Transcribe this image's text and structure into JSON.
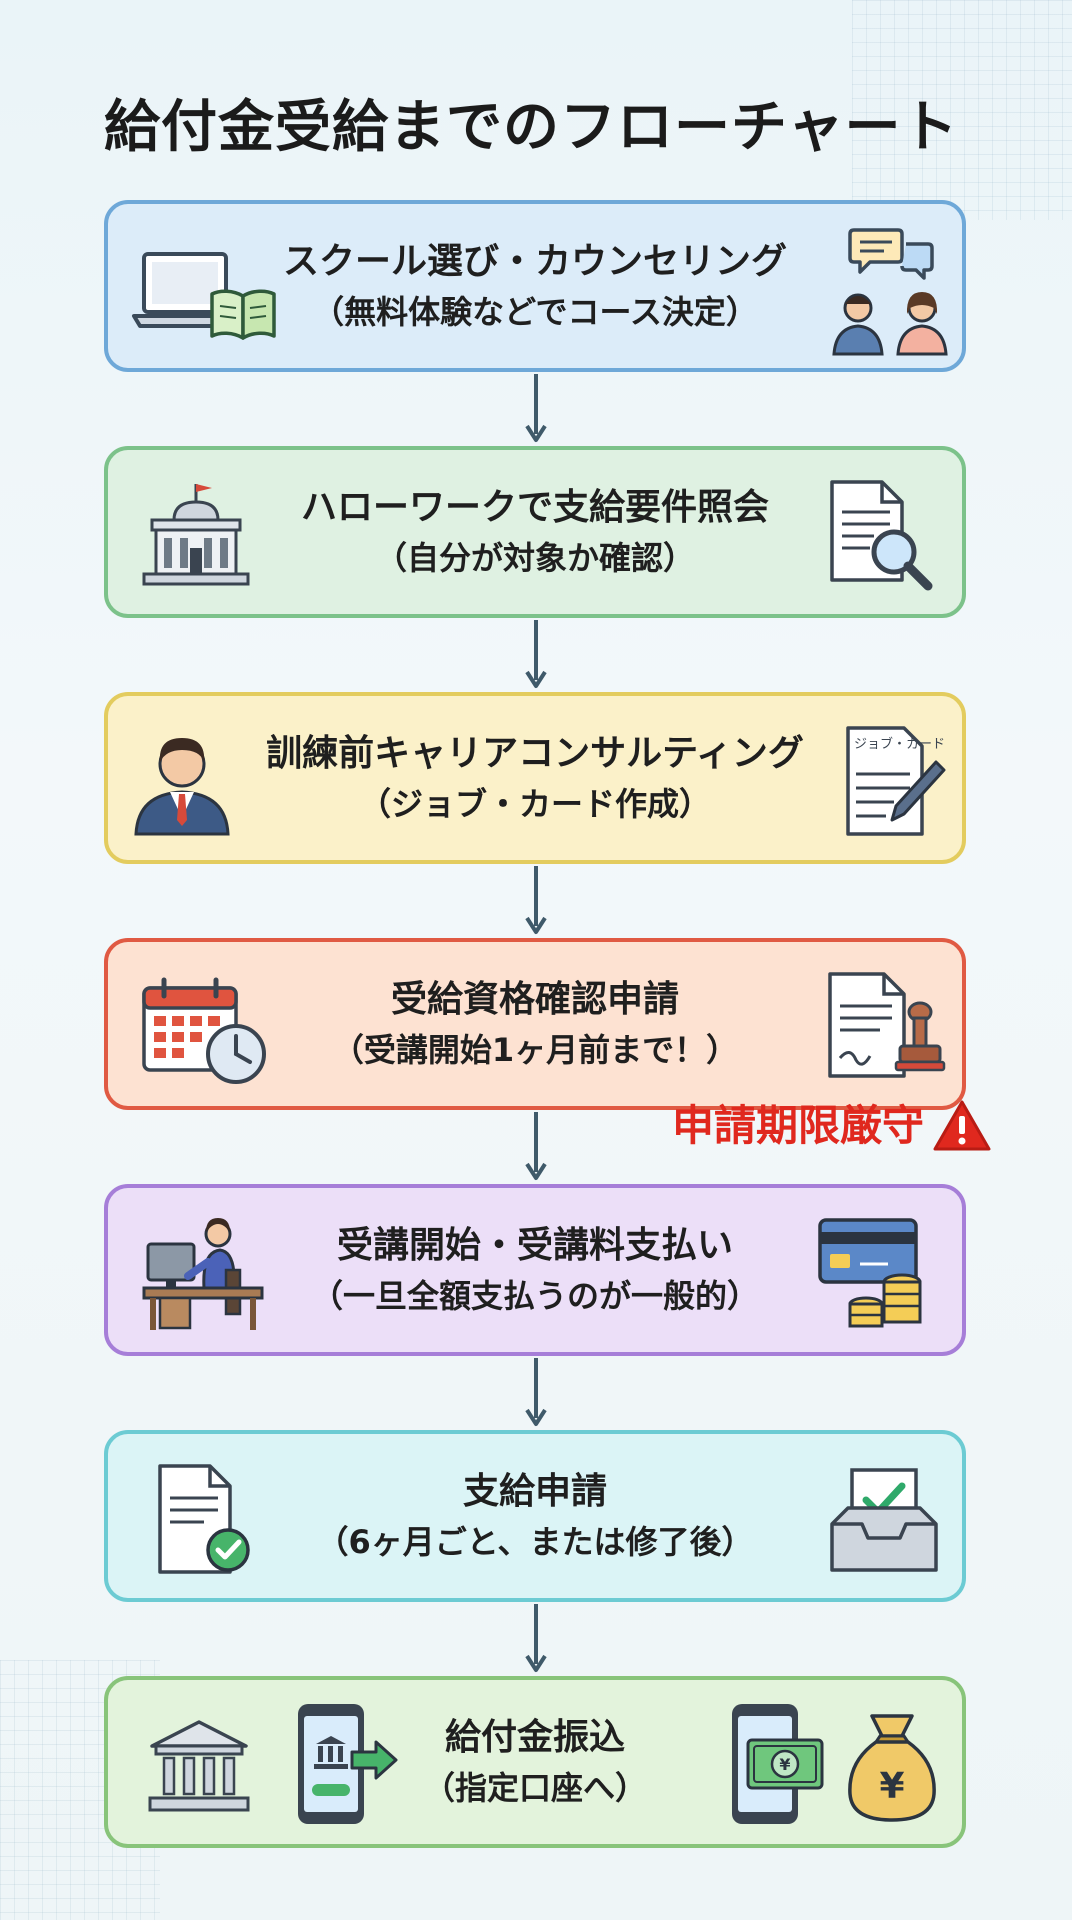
{
  "title": "給付金受給までのフローチャート",
  "steps": [
    {
      "main": "スクール選び・カウンセリング",
      "sub": "（無料体験などでコース決定）",
      "color": "#dcecf9",
      "border": "#6ea8d8"
    },
    {
      "main": "ハローワークで支給要件照会",
      "sub": "（自分が対象か確認）",
      "color": "#dff1e2",
      "border": "#7cc28a"
    },
    {
      "main": "訓練前キャリアコンサルティング",
      "sub": "（ジョブ・カード作成）",
      "color": "#fbf1c9",
      "border": "#e3cc5e"
    },
    {
      "main": "受給資格確認申請",
      "sub": "（受講開始1ヶ月前まで！）",
      "color": "#fde2d2",
      "border": "#e05a43"
    },
    {
      "main": "受講開始・受講料支払い",
      "sub": "（一旦全額支払うのが一般的）",
      "color": "#ecdff8",
      "border": "#a67ed8"
    },
    {
      "main": "支給申請",
      "sub": "（6ヶ月ごと、または修了後）",
      "color": "#dbf4f6",
      "border": "#6ccbd3"
    },
    {
      "main": "給付金振込",
      "sub": "（指定口座へ）",
      "color": "#e3f3dc",
      "border": "#88c47a"
    }
  ],
  "warning": {
    "label": "申請期限厳守",
    "color": "#e0281e"
  },
  "icons": {
    "step1": [
      "laptop-icon",
      "book-icon",
      "chat-bubbles-icon",
      "people-icon"
    ],
    "step2": [
      "government-building-icon",
      "document-magnifier-icon"
    ],
    "step3": [
      "consultant-icon",
      "job-card-pen-icon"
    ],
    "step4": [
      "calendar-clock-icon",
      "document-stamp-icon"
    ],
    "step5": [
      "person-at-desk-icon",
      "credit-card-coins-icon"
    ],
    "step6": [
      "document-check-icon",
      "inbox-check-icon"
    ],
    "step7": [
      "bank-icon",
      "smartphone-transfer-icon",
      "smartphone-cash-icon",
      "yen-money-bag-icon"
    ],
    "warning": "warning-triangle-icon",
    "jobcard_text": "ジョブ・カード",
    "yen_symbol": "¥"
  }
}
